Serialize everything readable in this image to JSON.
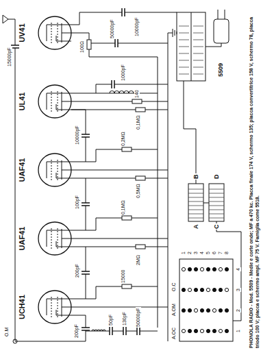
{
  "diagram": {
    "caption": "PHONOLA RADIO - Mod. 5509 - Medie e corte onde; MF a 470 kc. Placca finale 174 V, schermo 135; placca convertitrice 158 V, schermo 78, placca triodo 100 V; placca e schermo ampl. MF 75 V. Famiglia come 5518.",
    "nodes": [
      {
        "text": [
          "UCH41"
        ]
      },
      {
        "text": [
          "UAF41"
        ]
      },
      {
        "text": [
          "UAF41"
        ]
      },
      {
        "text": [
          "UL41"
        ]
      },
      {
        "text": [
          "UV41"
        ]
      }
    ],
    "labels": [
      "O.M",
      "200pF",
      "100pF",
      "10000pF",
      "15000",
      "0,1MΩ",
      "0,2MΩ",
      "2MΩ",
      "0,5MΩ",
      "0,1MΩ",
      "140",
      "200pF",
      "50pF",
      "130pF",
      "50000pF",
      "15000pF",
      "100Ω",
      "50000pF",
      "10000pF",
      "A",
      "B",
      "C",
      "D",
      "A.OC",
      "A.OM",
      "O.C",
      "1",
      "2",
      "3",
      "4",
      "1",
      "2",
      "3",
      "4",
      "5",
      "6",
      "7",
      "8",
      "5509",
      "1000pF"
    ]
  }
}
